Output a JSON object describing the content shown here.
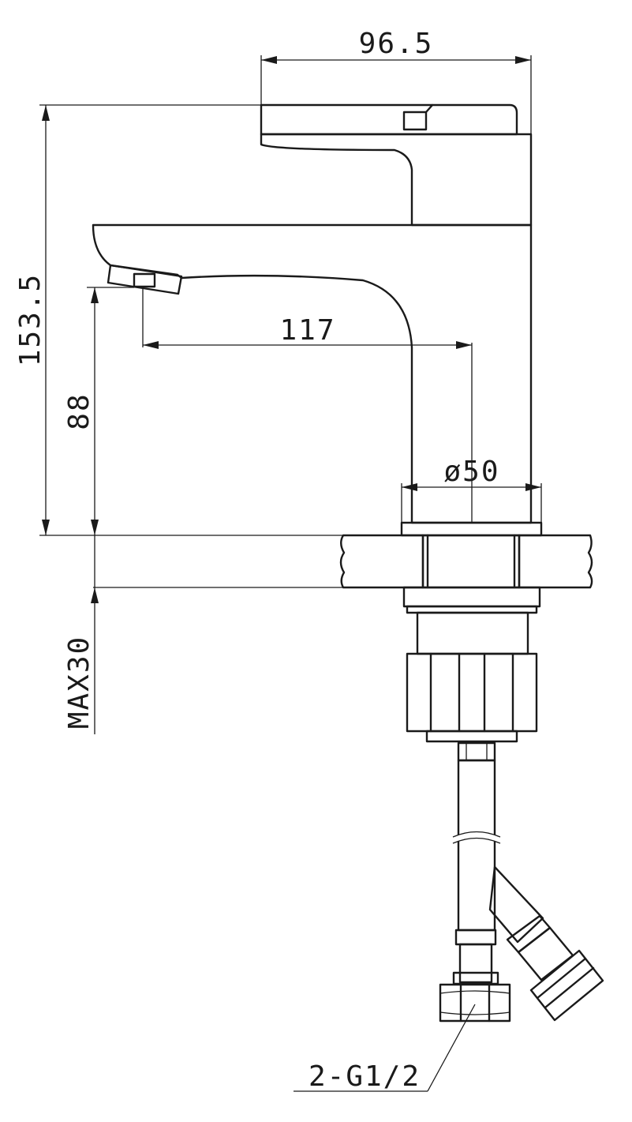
{
  "dimensions": {
    "overall_width": "96.5",
    "overall_height": "153.5",
    "spout_reach": "117",
    "spout_height": "88",
    "base_diameter": "ø50",
    "max_counter_thickness": "MAX30",
    "thread_spec": "2-G1/2"
  },
  "colors": {
    "line": "#1a1a1a",
    "background": "#ffffff"
  }
}
